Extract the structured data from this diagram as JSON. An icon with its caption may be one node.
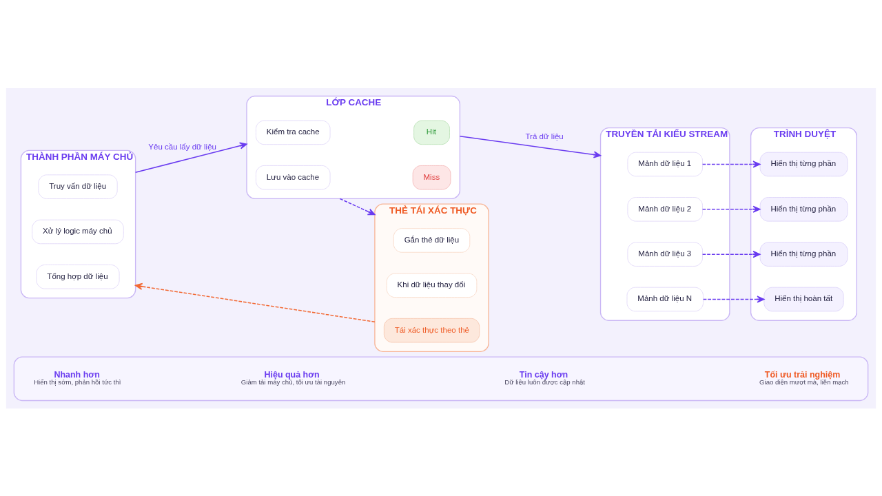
{
  "diagram": {
    "nodes": [
      {
        "text": [
          "THÀNH PHẦN MÁY CHỦ"
        ]
      },
      {
        "text": [
          "Truy vấn dữ liệu"
        ],
        "in": 0
      },
      {
        "text": [
          "Xử lý logic máy chủ"
        ],
        "in": 0
      },
      {
        "text": [
          "Tổng hợp dữ liệu"
        ],
        "in": 0
      },
      {
        "text": [
          "LỚP CACHE"
        ]
      },
      {
        "text": [
          "Kiểm tra cache"
        ],
        "in": 4
      },
      {
        "text": [
          "Hit"
        ],
        "in": 4
      },
      {
        "text": [
          "Miss"
        ],
        "in": 4
      },
      {
        "text": [
          "Lưu vào cache"
        ],
        "in": 4
      },
      {
        "text": [
          "THẺ TÁI XÁC THỰC"
        ]
      },
      {
        "text": [
          "Gắn thẻ dữ liệu"
        ],
        "in": 9
      },
      {
        "text": [
          "Khi dữ liệu thay đổi"
        ],
        "in": 9
      },
      {
        "text": [
          "Tái xác thực theo thẻ"
        ],
        "in": 9
      },
      {
        "text": [
          "TRUYỀN TẢI KIỂU STREAM"
        ]
      },
      {
        "text": [
          "Mảnh dữ liệu 1"
        ],
        "in": 13
      },
      {
        "text": [
          "Mảnh dữ liệu 2"
        ],
        "in": 13
      },
      {
        "text": [
          "Mảnh dữ liệu 3"
        ],
        "in": 13
      },
      {
        "text": [
          "Mảnh dữ liệu N"
        ],
        "in": 13
      },
      {
        "text": [
          "TRÌNH DUYỆT"
        ]
      },
      {
        "text": [
          "Hiển thị từng phần"
        ],
        "in": 18
      },
      {
        "text": [
          "Hiển thị từng phần"
        ],
        "in": 18
      },
      {
        "text": [
          "Hiển thị từng phần"
        ],
        "in": 18
      },
      {
        "text": [
          "Hiển thị hoàn tất"
        ],
        "in": 18
      },
      {
        "text": [],
        "shape": "box"
      },
      {
        "text": [
          "Nhanh hơn",
          "Hiển thị sớm, phản hồi tức thì"
        ],
        "in": 23
      },
      {
        "text": [
          "Hiệu quả hơn",
          "Giảm tải máy chủ, tối ưu tài nguyên"
        ],
        "in": 23
      },
      {
        "text": [
          "Tin cậy hơn",
          "Dữ liệu luôn được cập nhật"
        ],
        "in": 23
      },
      {
        "text": [
          "Tối ưu trải nghiệm",
          "Giao diện mượt mà, liền mạch"
        ],
        "in": 23
      }
    ],
    "edges": [
      {
        "from": 0,
        "to": 4,
        "arrow": "to",
        "label": "Yêu cầu lấy dữ liệu"
      },
      {
        "from": 4,
        "to": 13,
        "arrow": "to",
        "label": "Trả dữ liệu"
      },
      {
        "from": 4,
        "to": 9,
        "arrow": "to",
        "style": "dashed"
      },
      {
        "from": 9,
        "to": 0,
        "arrow": "to",
        "style": "dashed",
        "color": "#f26a35"
      },
      {
        "from": 14,
        "to": 19,
        "arrow": "to",
        "style": "dashed"
      },
      {
        "from": 15,
        "to": 20,
        "arrow": "to",
        "style": "dashed"
      },
      {
        "from": 16,
        "to": 21,
        "arrow": "to",
        "style": "dashed"
      },
      {
        "from": 17,
        "to": 22,
        "arrow": "to",
        "style": "dashed"
      }
    ]
  }
}
